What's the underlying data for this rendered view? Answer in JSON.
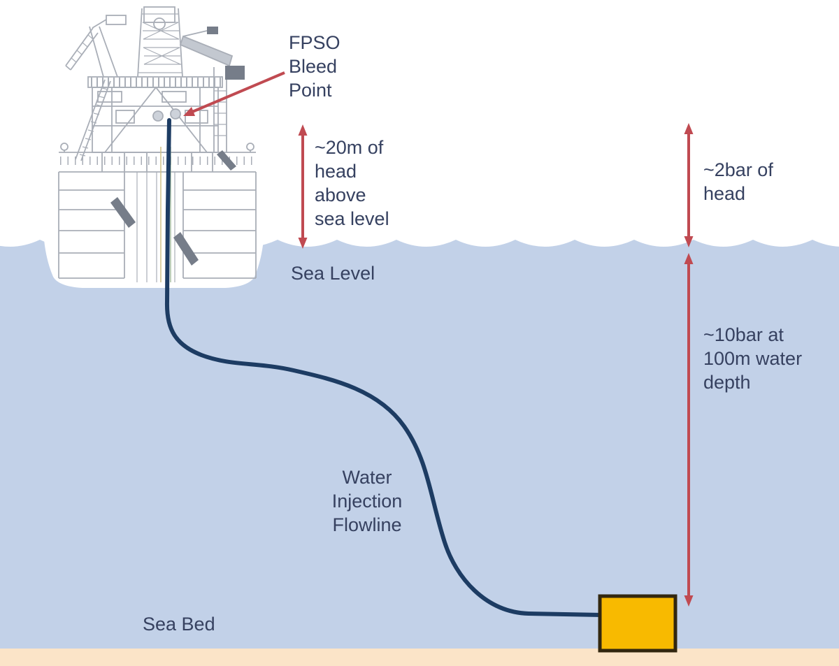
{
  "diagram": {
    "labels": {
      "fpso_bleed_point": "FPSO\nBleed\nPoint",
      "head_above_sea_level": "~20m of\nhead\nabove\nsea level",
      "head_2bar": "~2bar of\nhead",
      "sea_level": "Sea Level",
      "depth_10bar": "~10bar at\n100m water\ndepth",
      "water_injection_flowline": "Water\nInjection\nFlowline",
      "sea_bed": "Sea Bed"
    },
    "colors": {
      "sky": "#ffffff",
      "water": "#c2d1e8",
      "seabed": "#fbe4c8",
      "flowline": "#1d3c63",
      "arrow": "#c04a51",
      "text": "#364160",
      "manifold_fill": "#f8ba00",
      "manifold_border": "#32270f",
      "vessel_line": "#a9aeb7",
      "vessel_line_dark": "#767d89",
      "vessel_fill": "#ffffff"
    }
  }
}
